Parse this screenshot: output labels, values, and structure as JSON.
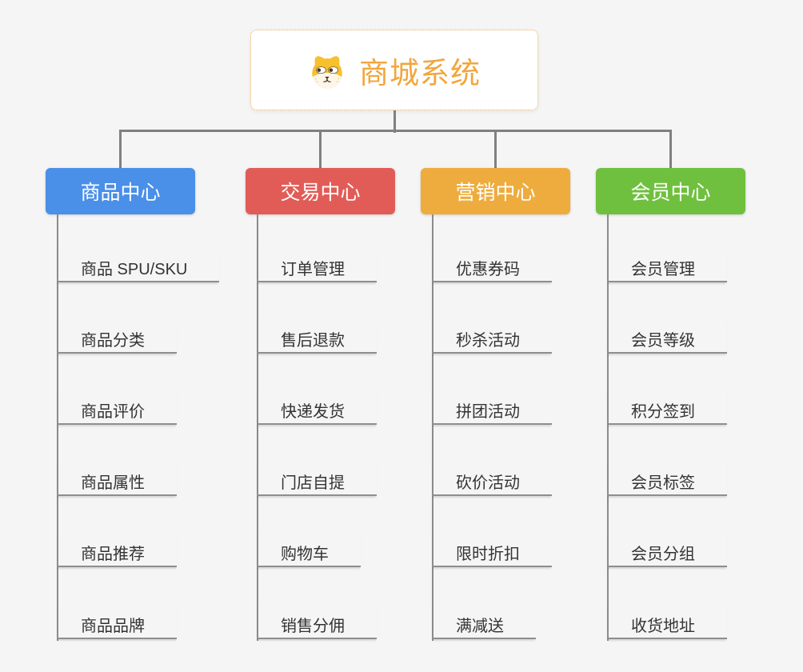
{
  "page": {
    "background_color": "#f5f5f5",
    "connector_color": "#808080",
    "underline_color": "#8e8e8e"
  },
  "root": {
    "title": "商城系统",
    "icon": "dog-face-icon",
    "accent_color": "#f2a63c",
    "border_color": "#f0ae4f"
  },
  "branches": [
    {
      "label": "商品中心",
      "color": "#4a8fe8",
      "children": [
        "商品 SPU/SKU",
        "商品分类",
        "商品评价",
        "商品属性",
        "商品推荐",
        "商品品牌"
      ]
    },
    {
      "label": "交易中心",
      "color": "#e25c57",
      "children": [
        "订单管理",
        "售后退款",
        "快递发货",
        "门店自提",
        "购物车",
        "销售分佣"
      ]
    },
    {
      "label": "营销中心",
      "color": "#eeac3e",
      "children": [
        "优惠券码",
        "秒杀活动",
        "拼团活动",
        "砍价活动",
        "限时折扣",
        "满减送"
      ]
    },
    {
      "label": "会员中心",
      "color": "#6fc03f",
      "children": [
        "会员管理",
        "会员等级",
        "积分签到",
        "会员标签",
        "会员分组",
        "收货地址"
      ]
    }
  ]
}
